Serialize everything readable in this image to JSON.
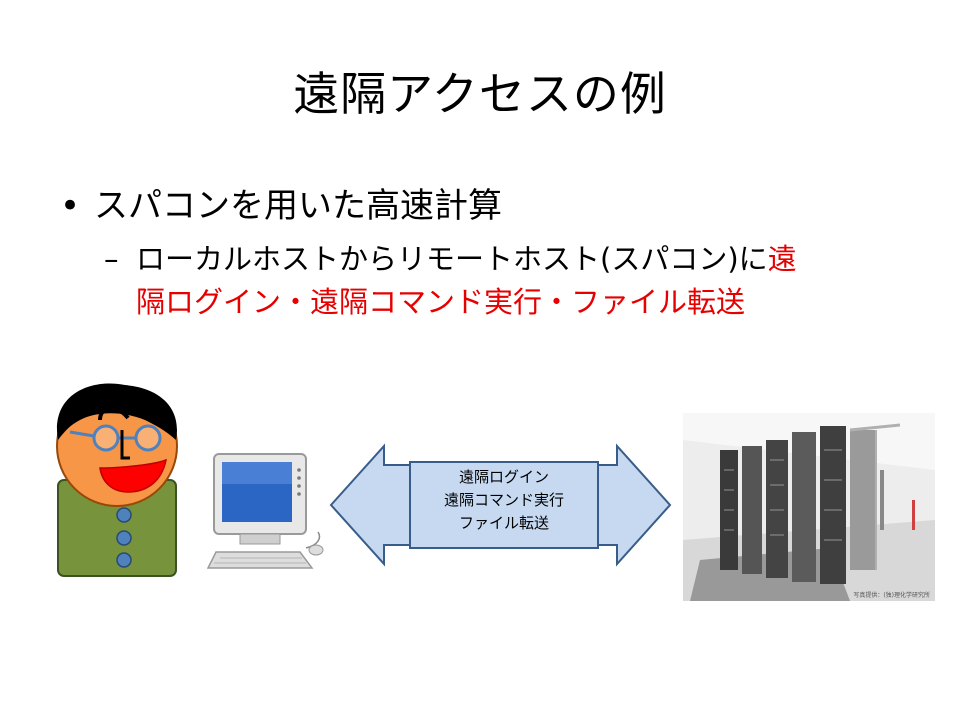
{
  "slide": {
    "title": "遠隔アクセスの例",
    "bullet": {
      "marker": "•",
      "text": "スパコンを用いた高速計算"
    },
    "sub_bullet": {
      "marker": "–",
      "text_black": "ローカルホストからリモートホスト(スパコン)に",
      "text_red_1": "遠",
      "text_red_2": "隔ログイン・遠隔コマンド実行・ファイル転送"
    },
    "diagram": {
      "arrow_lines": [
        "遠隔ログイン",
        "遠隔コマンド実行",
        "ファイル転送"
      ],
      "photo_credit": "写真提供：(独)理化学研究所",
      "colors": {
        "arrow_fill": "#c6d9f1",
        "arrow_stroke": "#385d8a",
        "face": "#f79646",
        "body": "#77933c",
        "button": "#4f81bd",
        "mouth": "#ff0000",
        "accent_red": "#e60000"
      }
    }
  }
}
